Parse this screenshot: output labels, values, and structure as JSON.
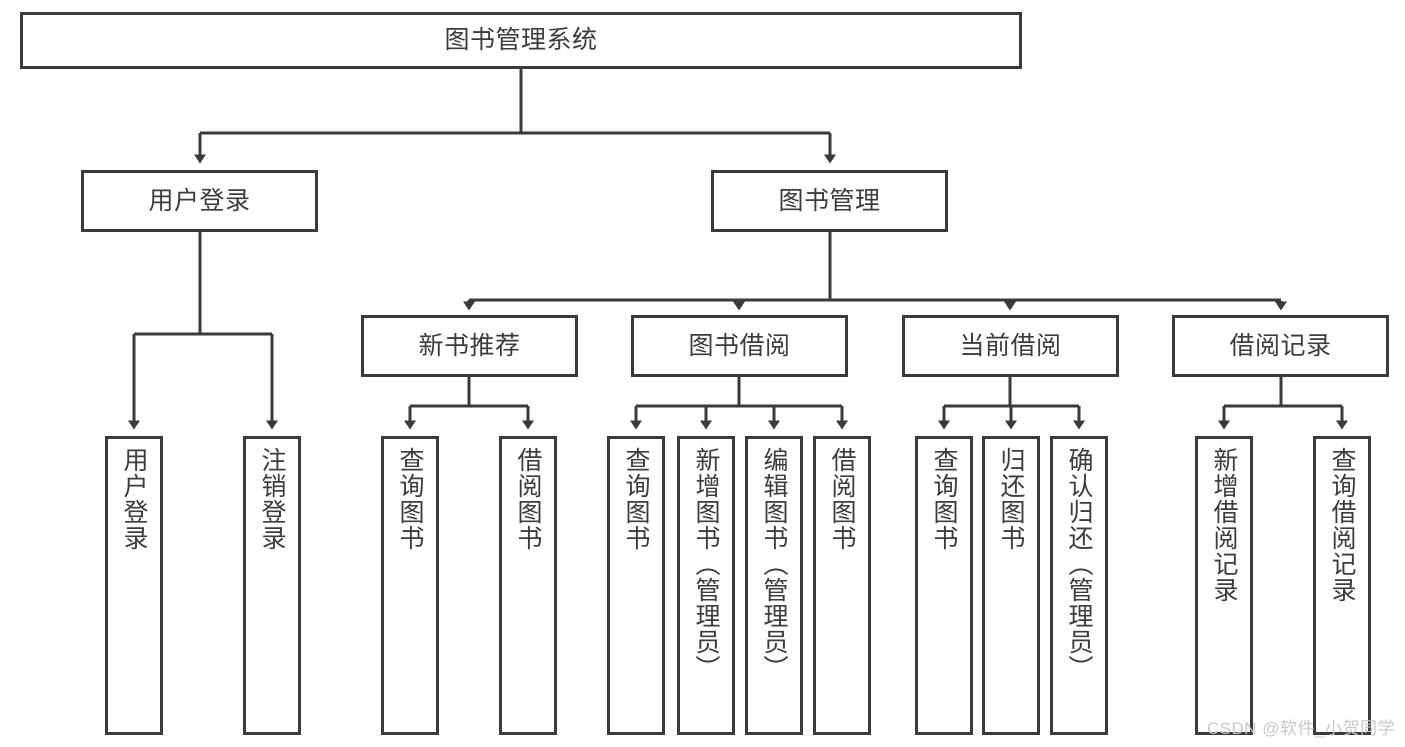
{
  "diagram": {
    "type": "tree-hierarchy",
    "title": "图书管理系统",
    "orientation": "top-down",
    "colors": {
      "box_border": "#3a3a3a",
      "box_fill": "#ffffff",
      "text": "#3c3c3c",
      "connector": "#3a3a3a",
      "watermark": "#c9c9c9",
      "background": "#ffffff"
    },
    "levels": {
      "root": {
        "label": "图书管理系统"
      },
      "level2": [
        {
          "label": "用户登录"
        },
        {
          "label": "图书管理"
        }
      ],
      "level3": [
        {
          "label": "新书推荐"
        },
        {
          "label": "图书借阅"
        },
        {
          "label": "当前借阅"
        },
        {
          "label": "借阅记录"
        }
      ],
      "leaves": {
        "user_login": [
          {
            "label": "用户登录"
          },
          {
            "label": "注销登录"
          }
        ],
        "new_book_recommend": [
          {
            "label": "查询图书"
          },
          {
            "label": "借阅图书"
          }
        ],
        "book_borrow": [
          {
            "label": "查询图书"
          },
          {
            "label": "新增图书（管理员）"
          },
          {
            "label": "编辑图书（管理员）"
          },
          {
            "label": "借阅图书"
          }
        ],
        "current_borrow": [
          {
            "label": "查询图书"
          },
          {
            "label": "归还图书"
          },
          {
            "label": "确认归还（管理员）"
          }
        ],
        "borrow_record": [
          {
            "label": "新增借阅记录"
          },
          {
            "label": "查询借阅记录"
          }
        ]
      }
    },
    "watermark": "CSDN @软件_小贺同学"
  }
}
